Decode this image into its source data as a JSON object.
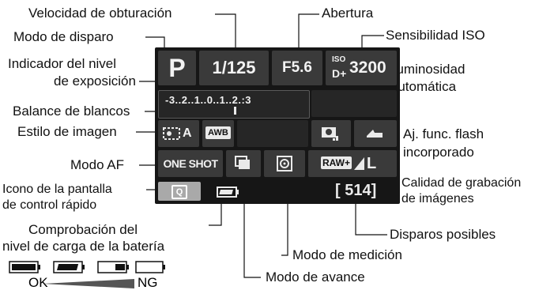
{
  "labels": {
    "shutter_speed": "Velocidad de obturación",
    "aperture": "Abertura",
    "iso_sensitivity": "Sensibilidad ISO",
    "shooting_mode": "Modo de disparo",
    "exposure_indicator_1": "Indicador del nivel",
    "exposure_indicator_2": "de exposición",
    "auto_lighting_1": "Luminosidad",
    "auto_lighting_2": "Automática",
    "white_balance": "Balance de blancos",
    "picture_style": "Estilo de imagen",
    "flash_func_1": "Aj. func. flash",
    "flash_func_2": "incorporado",
    "af_mode": "Modo AF",
    "quick_control_1": "Icono de la pantalla",
    "quick_control_2": "de control rápido",
    "quality_1": "Calidad de grabación",
    "quality_2": "de imágenes",
    "battery_check_1": "Comprobación del",
    "battery_check_2": "nivel de carga de la batería",
    "shots_remaining": "Disparos posibles",
    "metering_mode": "Modo de medición",
    "drive_mode": "Modo de avance",
    "battery_ok": "OK",
    "battery_ng": "NG"
  },
  "screen": {
    "mode": "P",
    "shutter": "1/125",
    "aperture": "F5.6",
    "iso_top": "ISO",
    "iso_bottom": "D+",
    "iso_value": "3200",
    "exposure_scale": "-3..2..1..0..1..2.:3",
    "wb": "AWB",
    "picture_style": "A",
    "af": "ONE SHOT",
    "quality": "RAW+",
    "quality_size": "L",
    "quick_q": "Q",
    "shots": "[ 514]"
  },
  "colors": {
    "lcd_bg": "#161616",
    "cell_bg": "#3a3a3a",
    "quick_btn": "#a9a9a9"
  }
}
